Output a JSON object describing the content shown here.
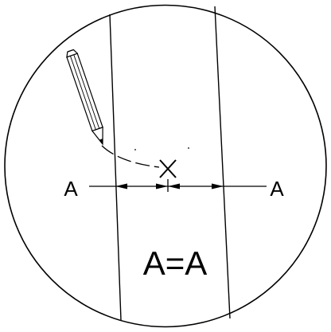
{
  "diagram": {
    "left_label": "A",
    "right_label": "A",
    "equation": "A=A",
    "center_mark": "X"
  },
  "icons": {
    "pencil": "pencil-icon",
    "center_mark": "cross-mark-icon"
  },
  "colors": {
    "stroke": "#000000",
    "background": "#ffffff"
  }
}
